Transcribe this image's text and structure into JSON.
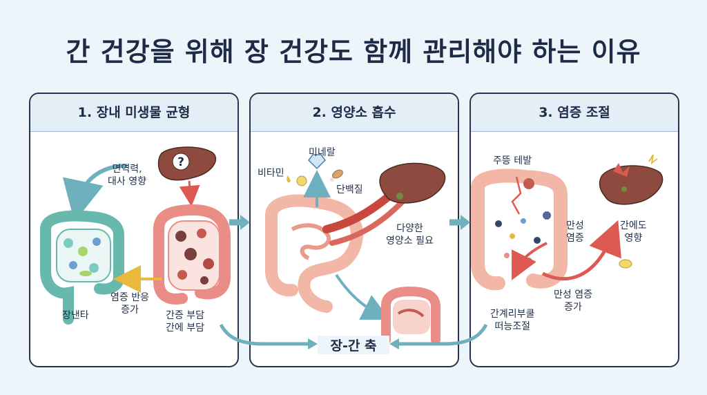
{
  "title": "간 건강을 위해 장 건강도 함께 관리해야 하는 이유",
  "panels": [
    {
      "heading": "1. 장내 미생물 균형",
      "labels": {
        "immunity": "면역력,\n대사 영향",
        "inflammation": "염증 반응\n증가",
        "gut": "장낸타",
        "liver_burden": "간증 부담\n간에 부담"
      }
    },
    {
      "heading": "2. 영양소 흡수",
      "labels": {
        "mineral": "미네랄",
        "vitamin": "비타민",
        "protein": "단백질",
        "nutrients": "다양한\n영양소 필요"
      }
    },
    {
      "heading": "3. 염증 조절",
      "labels": {
        "spread": "주뜽 테발",
        "chronic": "만성\n염증",
        "liver_effect": "간에도\n영향",
        "chronic_increase": "만성 염증\n증가",
        "regulation": "간계리부쿨\n떠능조절"
      }
    }
  ],
  "gut_liver_axis": "장-간 축",
  "colors": {
    "liver": "#8e4a3f",
    "gut_healthy": "#67b8ad",
    "gut_inflamed": "#e98d86",
    "arrow_blue": "#6fb0bf",
    "arrow_red": "#dd5a52",
    "border": "#24344f"
  }
}
